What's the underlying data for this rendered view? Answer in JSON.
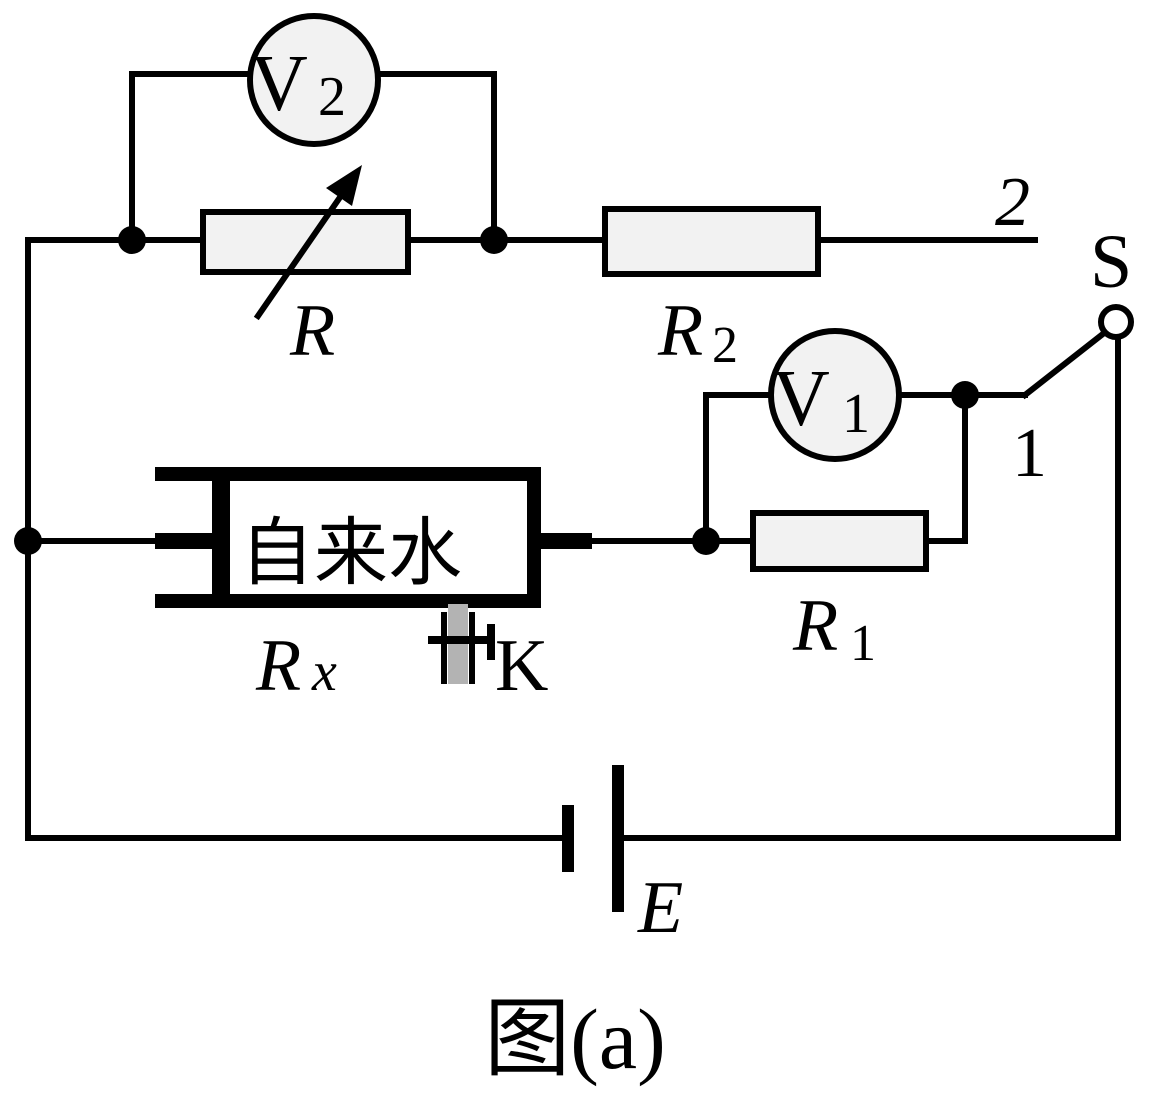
{
  "diagram": {
    "caption": "图(a)",
    "labels": {
      "voltmeter_v2": {
        "main": "V",
        "sub": "2"
      },
      "voltmeter_v1": {
        "main": "V",
        "sub": "1"
      },
      "rheostat": "R",
      "resistor_r2": {
        "main": "R",
        "sub": "2"
      },
      "resistor_r1": {
        "main": "R",
        "sub": "1"
      },
      "water_tube": "自来水",
      "water_resistance": {
        "main": "R",
        "sub": "x"
      },
      "valve": "K",
      "switch": "S",
      "terminal_2": "2",
      "terminal_1": "1",
      "battery": "E"
    }
  }
}
